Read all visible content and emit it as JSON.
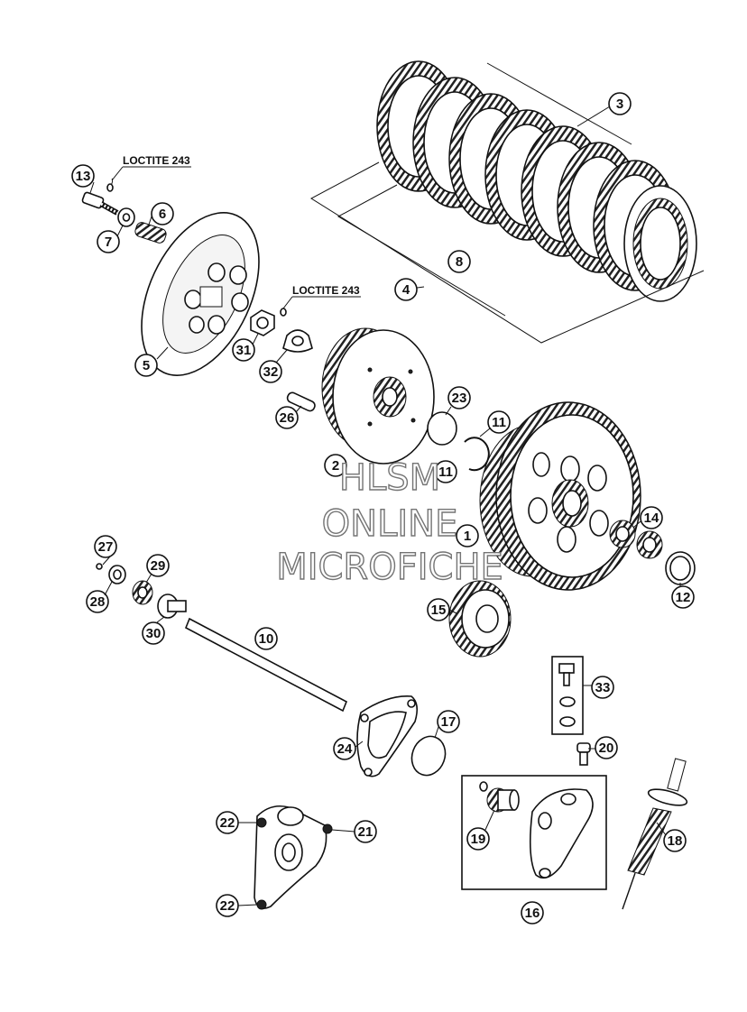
{
  "callouts": {
    "p1": "1",
    "p2": "2",
    "p3": "3",
    "p4": "4",
    "p5": "5",
    "p6": "6",
    "p7": "7",
    "p8": "8",
    "p10": "10",
    "p11a": "11",
    "p11b": "11",
    "p12": "12",
    "p13": "13",
    "p14": "14",
    "p15": "15",
    "p16": "16",
    "p17": "17",
    "p18": "18",
    "p19": "19",
    "p20": "20",
    "p21": "21",
    "p22a": "22",
    "p22b": "22",
    "p23": "23",
    "p24": "24",
    "p26": "26",
    "p27": "27",
    "p28": "28",
    "p29": "29",
    "p30": "30",
    "p31": "31",
    "p32": "32",
    "p33": "33"
  },
  "notes": {
    "loctite_a": "LOCTITE 243",
    "loctite_b": "LOCTITE 243"
  },
  "watermark": {
    "line1": "HLSM",
    "line2": "ONLINE",
    "line3": "MICROFICHE"
  },
  "colors": {
    "ink": "#111111",
    "watermark_stroke": "#6d6d6d",
    "background": "#ffffff"
  }
}
